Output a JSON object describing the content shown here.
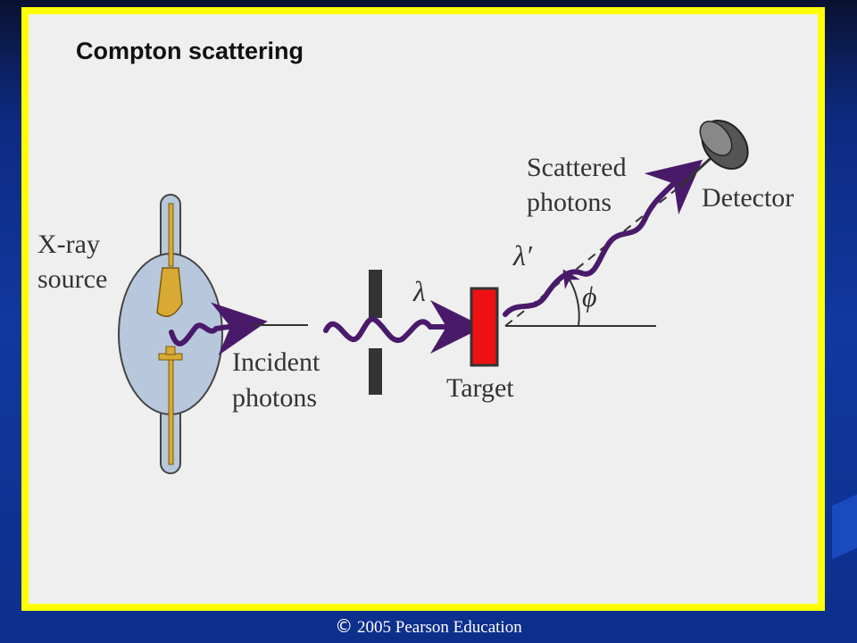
{
  "slide": {
    "title": "Compton scattering",
    "copyright_symbol": "©",
    "copyright_text": "2005 Pearson Education"
  },
  "diagram": {
    "source_label_1": "X-ray",
    "source_label_2": "source",
    "incident_label_1": "Incident",
    "incident_label_2": "photons",
    "wavelength_in": "λ",
    "target_label": "Target",
    "scattered_label_1": "Scattered",
    "scattered_label_2": "photons",
    "wavelength_out": "λ′",
    "angle_label": "ϕ",
    "detector_label": "Detector"
  },
  "colors": {
    "photon": "#4a1a6a",
    "target": "#ee1111",
    "tube_glass": "#b8c8dc",
    "electrode": "#d8aa33",
    "frame": "#ffff00"
  }
}
